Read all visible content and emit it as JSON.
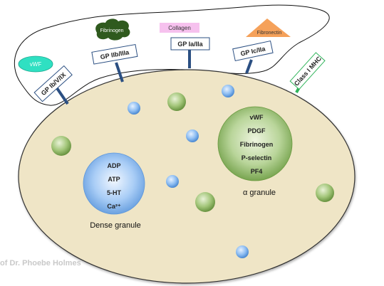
{
  "receptors": {
    "gp_ib": "GP Ib/V/IX",
    "gp_iib": "GP IIb/IIIa",
    "gp_ia": "GP Ia/IIa",
    "gp_ic": "GP Ic/IIa",
    "mhc": "Class I MHC"
  },
  "ligands": {
    "vwf": "vWF",
    "fibrinogen": "Fibrinogen",
    "collagen": "Collagen",
    "fibronectin": "Fibronectin"
  },
  "alpha_granule": {
    "contents": [
      "vWF",
      "PDGF",
      "Fibrinogen",
      "P-selectin",
      "PF4"
    ],
    "label": "α granule"
  },
  "dense_granule": {
    "contents": [
      "ADP",
      "ATP",
      "5-HT",
      "Ca²⁺"
    ],
    "label": "Dense granule"
  },
  "watermark": "of Dr. Phoebe Holmes",
  "colors": {
    "platelet_fill": "#efe5c6",
    "alpha_green": "#7fa84d",
    "dense_blue": "#7fb3ee",
    "vwf_teal": "#2fe0c2",
    "fibrinogen_green": "#2f5a1e",
    "collagen_pink": "#f6c1ee",
    "fibronectin_orange": "#f5a15a",
    "mhc_green": "#2fb45a",
    "stalk_blue": "#2b4f82"
  }
}
